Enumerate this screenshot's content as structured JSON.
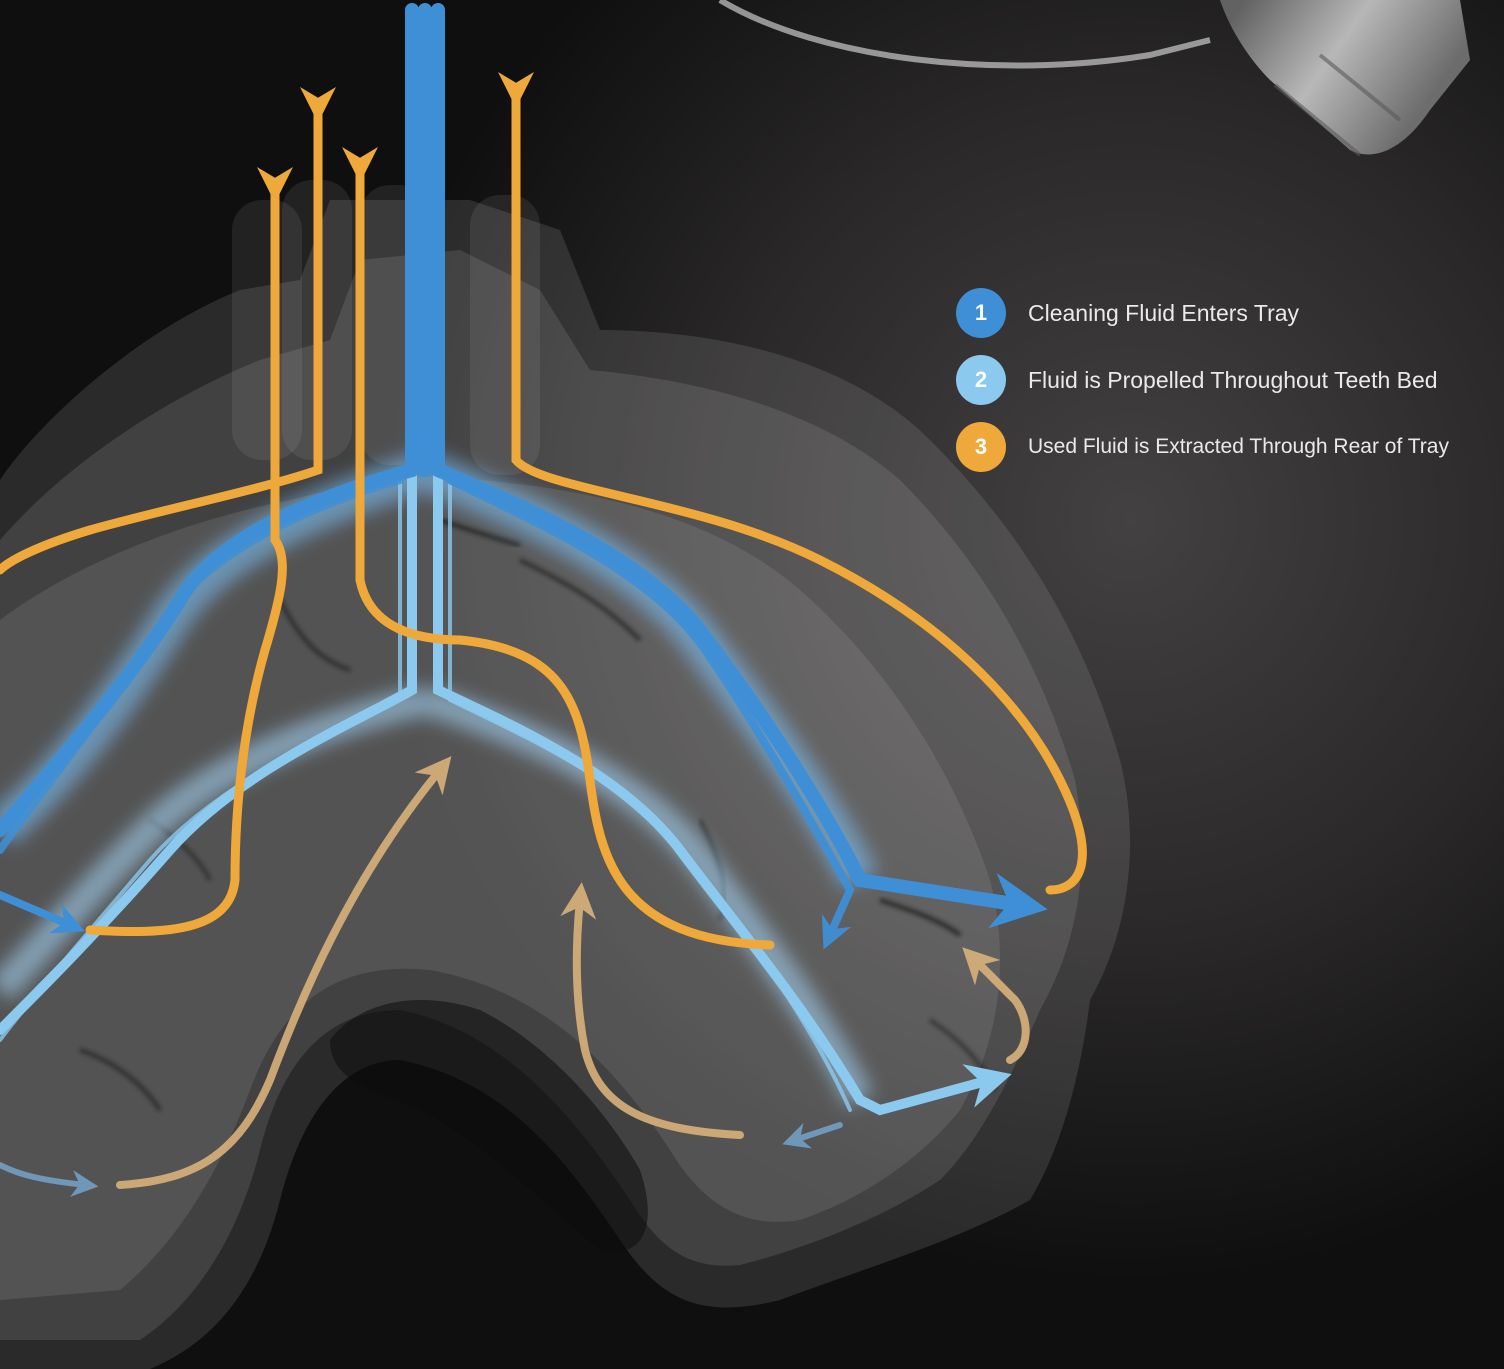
{
  "colors": {
    "background": "#0c0c0d",
    "panel_shade": "#3b3a3a",
    "tray": "#c9c9c9",
    "fluid_in": "#3f8fd6",
    "fluid_propelled": "#8cc9ef",
    "fluid_out": "#efa83a",
    "legend_text": "#eaeaea"
  },
  "icons": [
    "tray-illustration",
    "hose-connector",
    "flow-arrow"
  ],
  "legend": {
    "items": [
      {
        "number": "1",
        "label": "Cleaning Fluid Enters Tray",
        "color": "#3f8fd6"
      },
      {
        "number": "2",
        "label": "Fluid is Propelled Throughout Teeth Bed",
        "color": "#8cc9ef"
      },
      {
        "number": "3",
        "label": "Used Fluid is Extracted Through Rear of Tray",
        "color": "#efa83a"
      }
    ]
  }
}
